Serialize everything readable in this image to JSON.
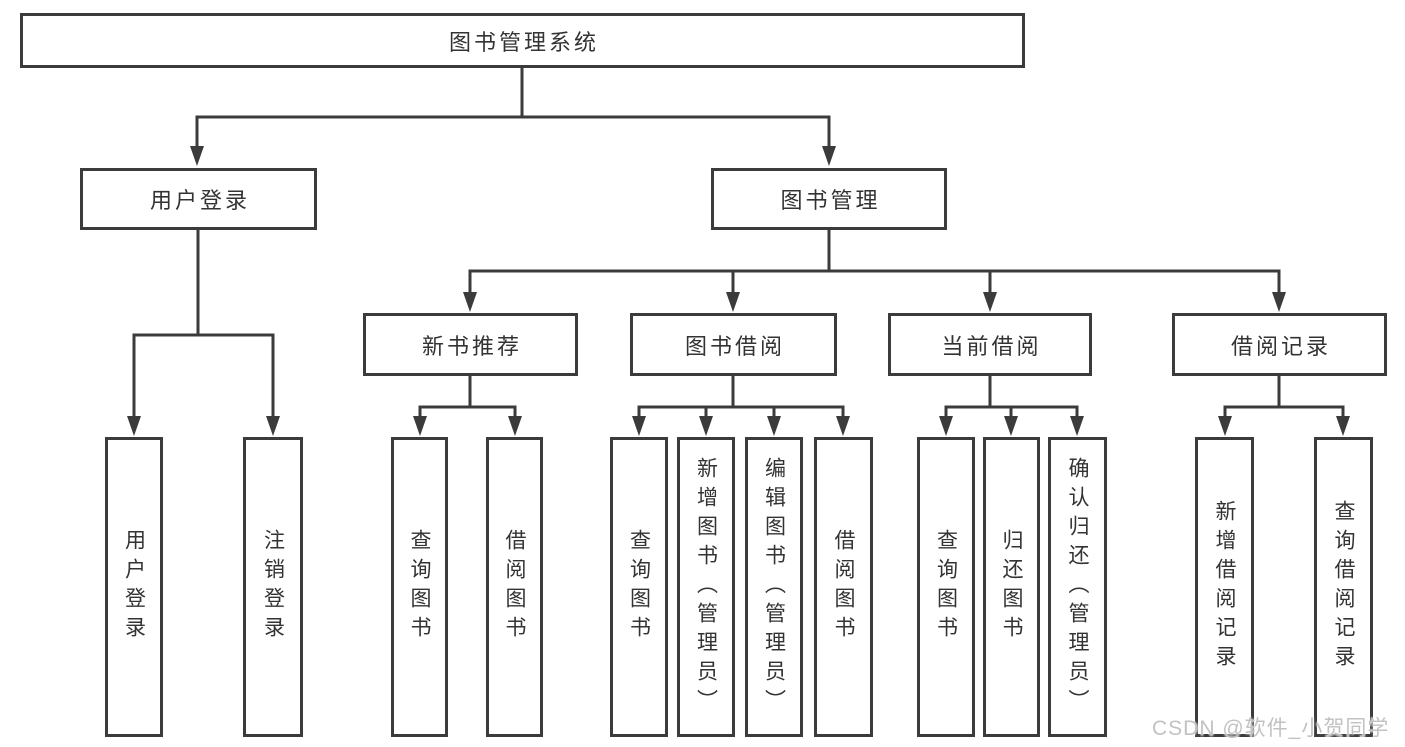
{
  "watermark": "CSDN @软件_小贺同学",
  "colors": {
    "line": "#3b3b3b",
    "text": "#333333",
    "background": "#ffffff",
    "watermark": "#c2c2c2"
  },
  "tree": {
    "label": "图书管理系统",
    "children": [
      {
        "label": "用户登录",
        "children": [
          {
            "label": "用户登录"
          },
          {
            "label": "注销登录"
          }
        ]
      },
      {
        "label": "图书管理",
        "children": [
          {
            "label": "新书推荐",
            "children": [
              {
                "label": "查询图书"
              },
              {
                "label": "借阅图书"
              }
            ]
          },
          {
            "label": "图书借阅",
            "children": [
              {
                "label": "查询图书"
              },
              {
                "label": "新增图书（管理员）"
              },
              {
                "label": "编辑图书（管理员）"
              },
              {
                "label": "借阅图书"
              }
            ]
          },
          {
            "label": "当前借阅",
            "children": [
              {
                "label": "查询图书"
              },
              {
                "label": "归还图书"
              },
              {
                "label": "确认归还（管理员）"
              }
            ]
          },
          {
            "label": "借阅记录",
            "children": [
              {
                "label": "新增借阅记录"
              },
              {
                "label": "查询借阅记录"
              }
            ]
          }
        ]
      }
    ]
  }
}
